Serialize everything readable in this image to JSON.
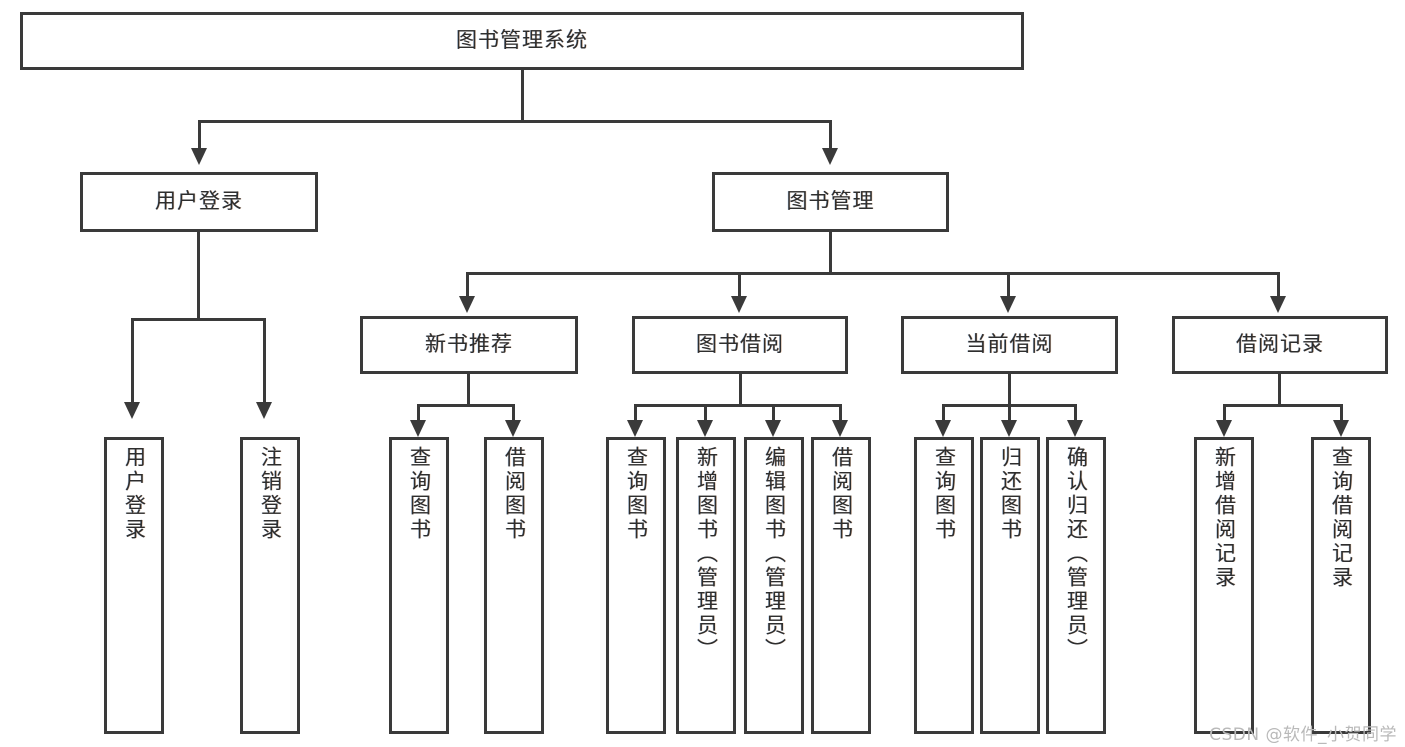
{
  "diagram": {
    "type": "tree",
    "title": "图书管理系统",
    "root": {
      "label": "图书管理系统"
    },
    "level1": [
      {
        "label": "用户登录"
      },
      {
        "label": "图书管理"
      }
    ],
    "level2": [
      {
        "label": "新书推荐"
      },
      {
        "label": "图书借阅"
      },
      {
        "label": "当前借阅"
      },
      {
        "label": "借阅记录"
      }
    ],
    "leaves": {
      "user_login": [
        {
          "label": "用户登录"
        },
        {
          "label": "注销登录"
        }
      ],
      "new_book_recommend": [
        {
          "label": "查询图书"
        },
        {
          "label": "借阅图书"
        }
      ],
      "book_borrow": [
        {
          "label": "查询图书"
        },
        {
          "label": "新增图书（管理员）"
        },
        {
          "label": "编辑图书（管理员）"
        },
        {
          "label": "借阅图书"
        }
      ],
      "current_borrow": [
        {
          "label": "查询图书"
        },
        {
          "label": "归还图书"
        },
        {
          "label": "确认归还（管理员）"
        }
      ],
      "borrow_record": [
        {
          "label": "新增借阅记录"
        },
        {
          "label": "查询借阅记录"
        }
      ]
    }
  },
  "watermark": {
    "text": "CSDN @软件_小贺同学"
  },
  "colors": {
    "stroke": "#3a3a3a",
    "text": "#2e2e2e",
    "background": "#ffffff",
    "watermark": "#b9b9b9"
  }
}
